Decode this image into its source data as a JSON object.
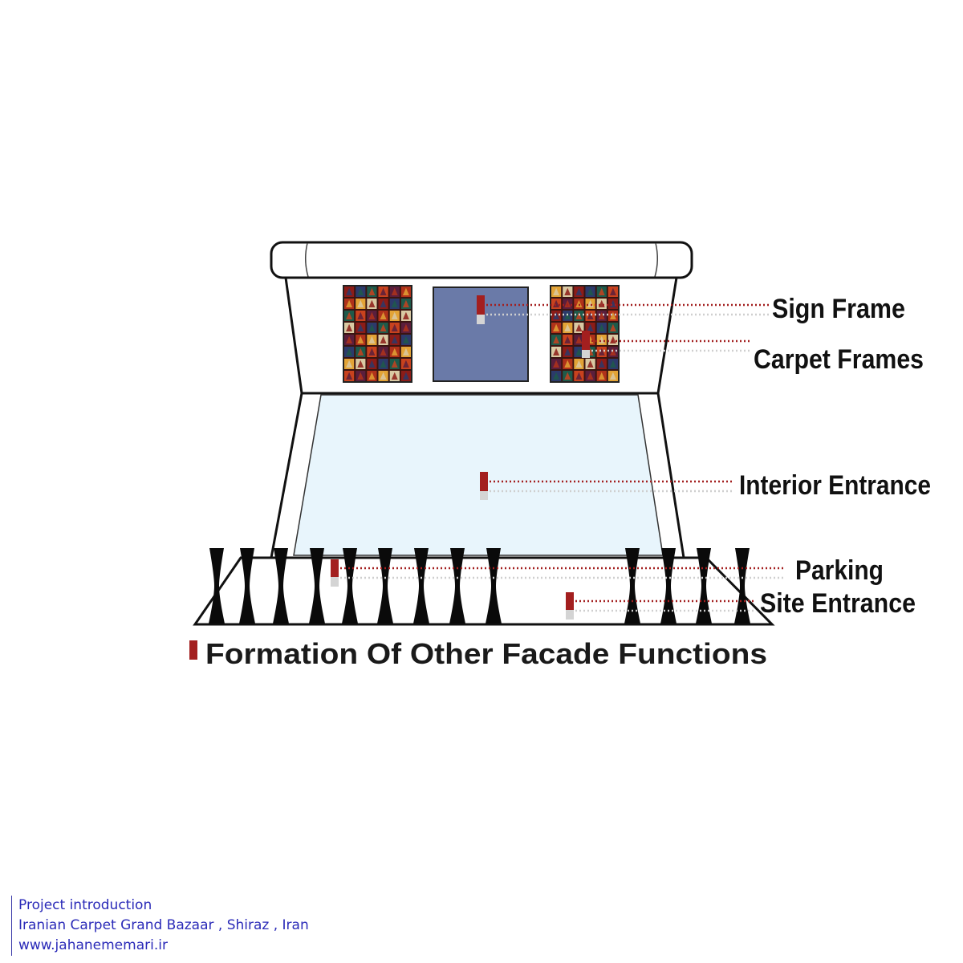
{
  "labels": {
    "sign_frame": "Sign Frame",
    "carpet_frames": "Carpet Frames",
    "interior_entrance": "Interior Entrance",
    "parking": "Parking",
    "site_entrance": "Site Entrance"
  },
  "legend": {
    "text": "Formation Of Other Facade Functions"
  },
  "footer": {
    "line1": "Project introduction",
    "line2": "Iranian Carpet Grand Bazaar , Shiraz , Iran",
    "line3": "www.jahanememari.ir"
  },
  "colors": {
    "marker": "#a31f1f",
    "marker_shadow": "#d4d4d4",
    "sign_panel": "#6a7aa8",
    "glass": "#e8f5fc",
    "outline": "#111111",
    "carpet_palette": [
      "#8c1c18",
      "#c8421e",
      "#e2a336",
      "#2c3a6b",
      "#5a1e3c",
      "#d9c9a3",
      "#1e5a4a",
      "#b0321a"
    ]
  }
}
